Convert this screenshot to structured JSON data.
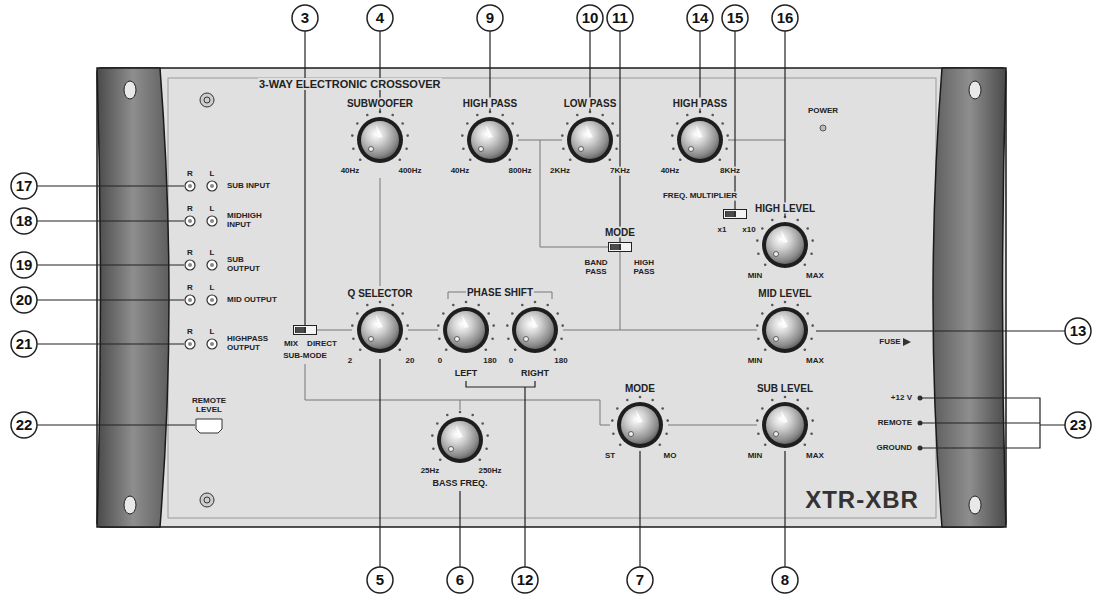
{
  "diagram": {
    "labels": [
      "3",
      "4",
      "9",
      "10",
      "11",
      "14",
      "15",
      "16",
      "17",
      "18",
      "19",
      "20",
      "21",
      "22",
      "13",
      "23",
      "5",
      "6",
      "12",
      "7",
      "8",
      "3-WAY ELECTRONIC CROSSOVER",
      "POWER",
      "SUBWOOFER",
      "40Hz",
      "400Hz",
      "HIGH PASS",
      "40Hz",
      "800Hz",
      "LOW PASS",
      "2KHz",
      "7KHz",
      "HIGH PASS",
      "40Hz",
      "8KHz",
      "FREQ. MULTIPLIER",
      "x1",
      "x10",
      "HIGH LEVEL",
      "MIN",
      "MAX",
      "MODE",
      "BAND PASS",
      "HIGH PASS",
      "Q SELECTOR",
      "MIX",
      "DIRECT",
      "SUB-MODE",
      "2",
      "20",
      "PHASE SHIFT",
      "0",
      "180",
      "0",
      "180",
      "LEFT",
      "RIGHT",
      "MID LEVEL",
      "MIN",
      "MAX",
      "FUSE",
      "BASS FREQ.",
      "25Hz",
      "250Hz",
      "MODE",
      "ST",
      "MO",
      "SUB LEVEL",
      "MIN",
      "MAX",
      "XTR-XBR",
      "R",
      "L",
      "SUB INPUT",
      "R",
      "L",
      "MIDHIGH INPUT",
      "R",
      "L",
      "SUB OUTPUT",
      "R",
      "L",
      "MID OUTPUT",
      "R",
      "L",
      "HIGHPASS OUTPUT",
      "REMOTE LEVEL",
      "+12 V",
      "REMOTE",
      "GROUND"
    ]
  }
}
